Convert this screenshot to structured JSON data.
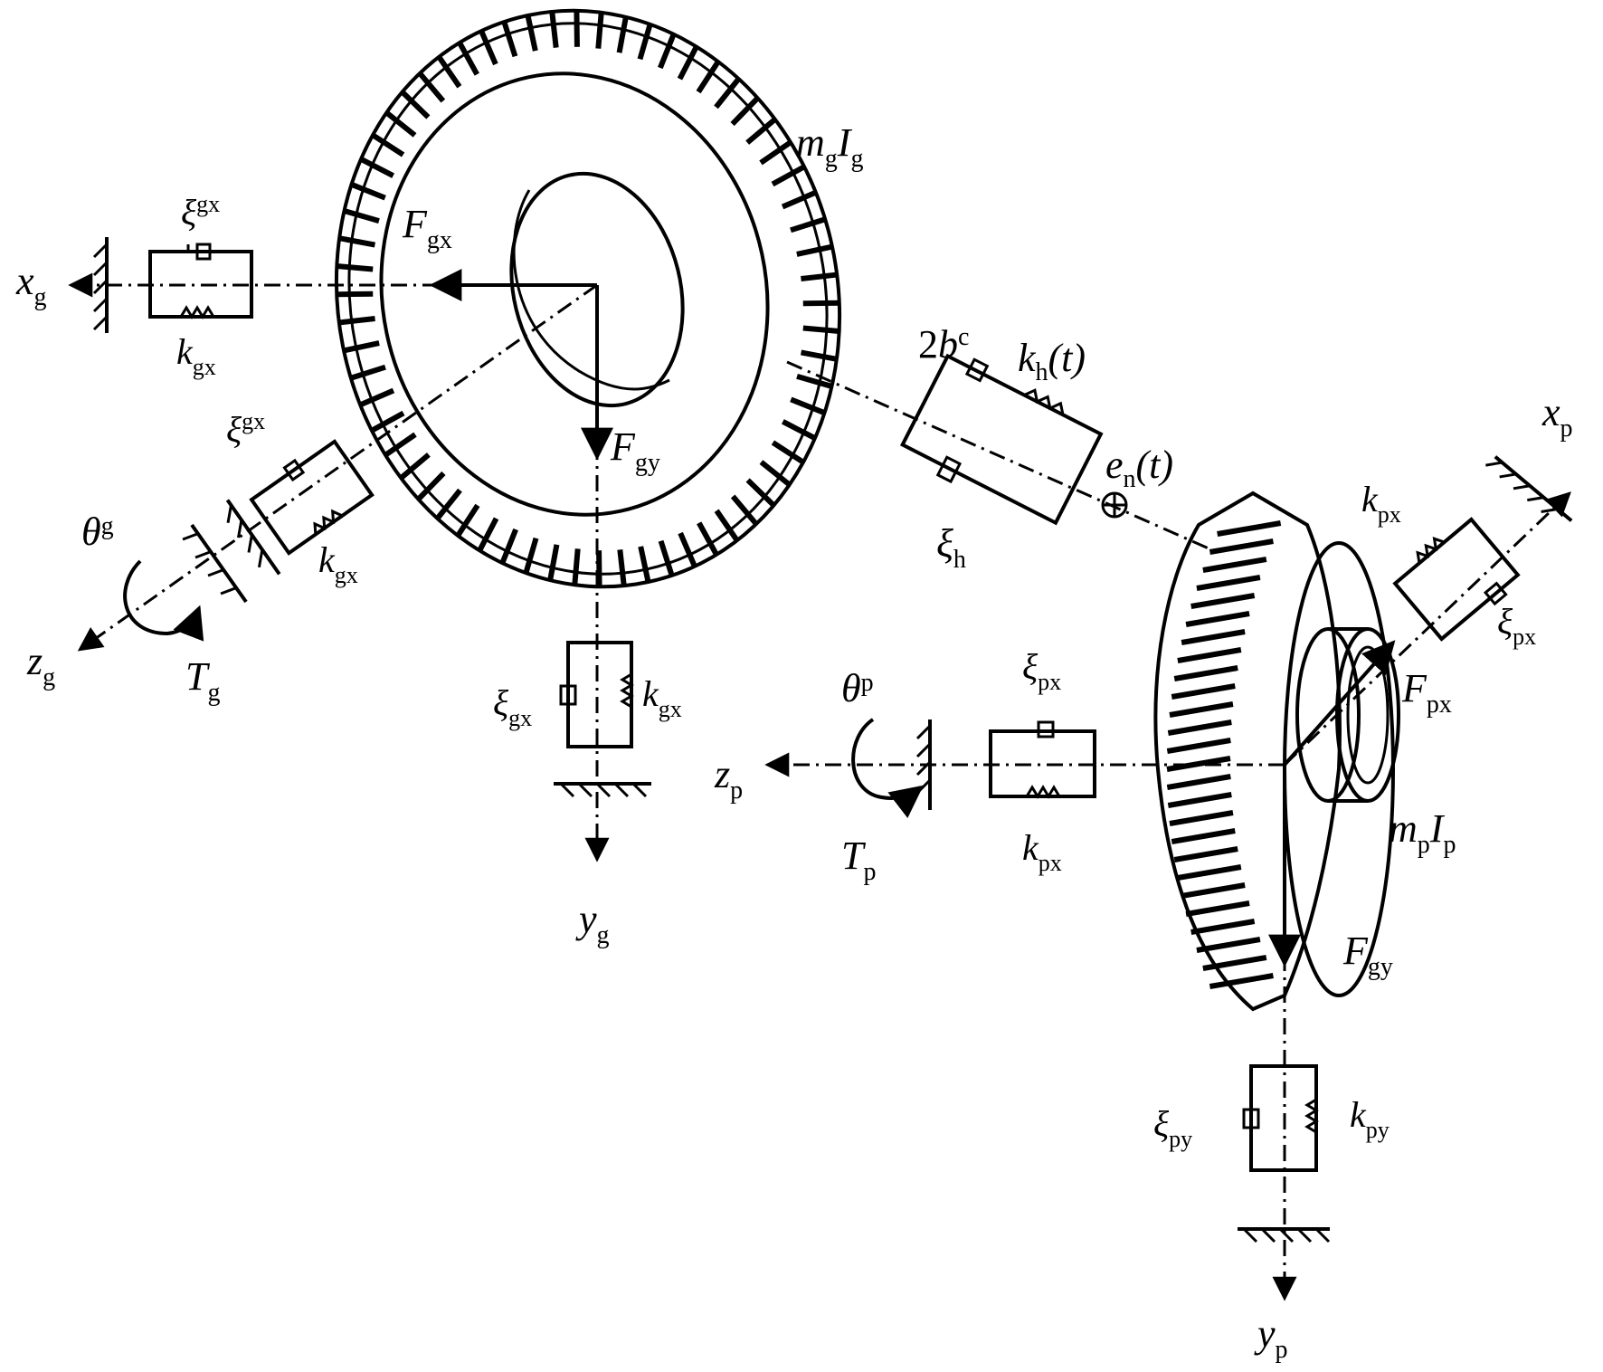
{
  "labels": {
    "xg": {
      "main": "x",
      "sub": "g"
    },
    "yg": {
      "main": "y",
      "sub": "g"
    },
    "zg": {
      "main": "z",
      "sub": "g"
    },
    "thg": {
      "main": "θ",
      "sub": "g"
    },
    "Tg": {
      "main": "T",
      "sub": "g"
    },
    "mgIg": {
      "m": "m",
      "ms": "g",
      "I": "I",
      "is": "g"
    },
    "Fgx": {
      "main": "F",
      "sub": "gx"
    },
    "Fgy1": {
      "main": "F",
      "sub": "gy"
    },
    "xi_gx_left": {
      "main": "ξ",
      "sub": "gx"
    },
    "k_gx_left": {
      "main": "k",
      "sub": "gx"
    },
    "xi_gx_diag": {
      "main": "ξ",
      "sub": "gx"
    },
    "k_gx_diag": {
      "main": "k",
      "sub": "gx"
    },
    "xi_gx_vert": {
      "main": "ξ",
      "sub": "gx"
    },
    "k_gx_vert": {
      "main": "k",
      "sub": "gx"
    },
    "bc": {
      "pre": "2",
      "main": "b",
      "sub": "c"
    },
    "kh": {
      "main": "k",
      "sub": "h",
      "post": "(t)"
    },
    "en": {
      "main": "e",
      "sub": "n",
      "post": "(t)"
    },
    "xih": {
      "main": "ξ",
      "sub": "h"
    },
    "xp": {
      "main": "x",
      "sub": "p"
    },
    "yp": {
      "main": "y",
      "sub": "p"
    },
    "zp": {
      "main": "z",
      "sub": "p"
    },
    "thp": {
      "main": "θ",
      "sub": "p"
    },
    "Tp": {
      "main": "T",
      "sub": "p"
    },
    "mpIp": {
      "m": "m",
      "ms": "p",
      "I": "I",
      "is": "p"
    },
    "Fpx": {
      "main": "F",
      "sub": "px"
    },
    "Fgy2": {
      "main": "F",
      "sub": "gy"
    },
    "k_px_diag": {
      "main": "k",
      "sub": "px"
    },
    "xi_px_diag": {
      "main": "ξ",
      "sub": "px"
    },
    "xi_px_horz": {
      "main": "ξ",
      "sub": "px"
    },
    "k_px_horz": {
      "main": "k",
      "sub": "px"
    },
    "xi_py": {
      "main": "ξ",
      "sub": "py"
    },
    "k_py": {
      "main": "k",
      "sub": "py"
    }
  }
}
